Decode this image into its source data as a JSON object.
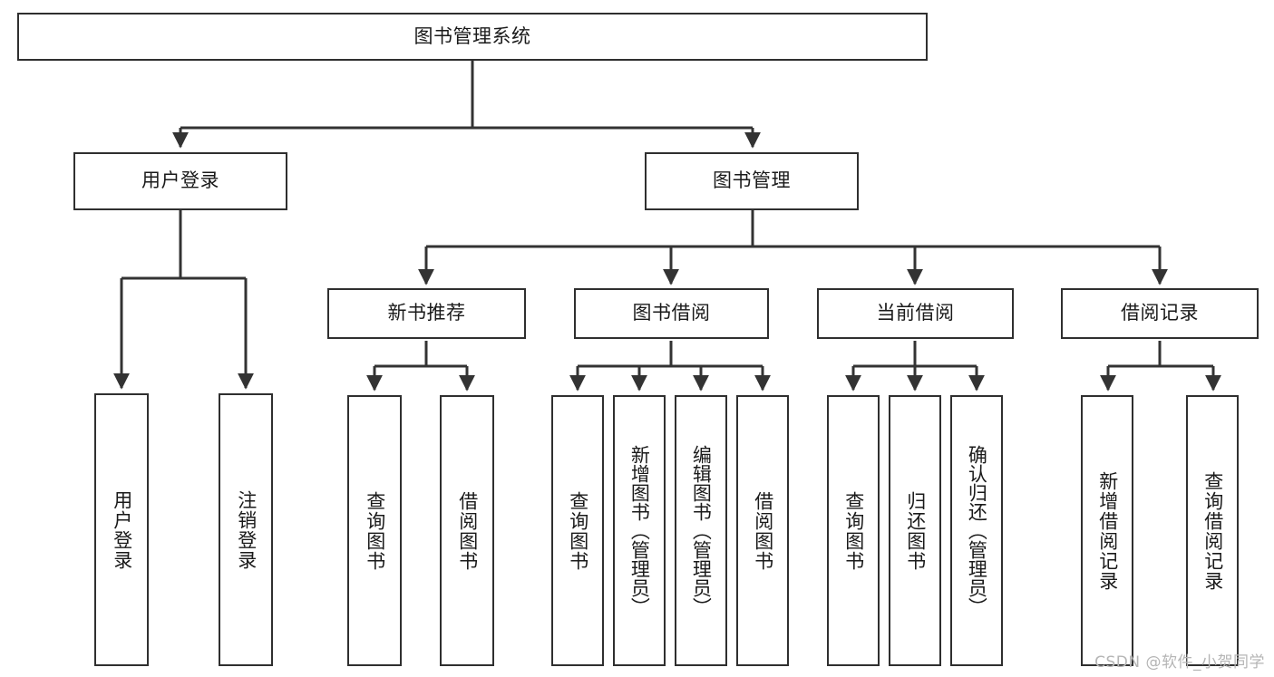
{
  "diagram": {
    "title": "图书管理系统",
    "type": "tree-hierarchy-diagram",
    "watermark": "CSDN @软件_小贺同学",
    "colors": {
      "box_border": "#2f2f2f",
      "box_fill": "#ffffff",
      "connector": "#333333",
      "text": "#1a1a1a",
      "watermark": "#b5b5b5",
      "background": "#ffffff"
    },
    "root": {
      "label": "图书管理系统"
    },
    "level2": [
      {
        "label": "用户登录"
      },
      {
        "label": "图书管理"
      }
    ],
    "level3": [
      {
        "label": "新书推荐"
      },
      {
        "label": "图书借阅"
      },
      {
        "label": "当前借阅"
      },
      {
        "label": "借阅记录"
      }
    ],
    "leaves": {
      "user_login": [
        {
          "label": "用户登录"
        },
        {
          "label": "注销登录"
        }
      ],
      "new_book_recommend": [
        {
          "label": "查询图书"
        },
        {
          "label": "借阅图书"
        }
      ],
      "book_borrow": [
        {
          "label": "查询图书"
        },
        {
          "label": "新增图书（管理员）"
        },
        {
          "label": "编辑图书（管理员）"
        },
        {
          "label": "借阅图书"
        }
      ],
      "current_borrow": [
        {
          "label": "查询图书"
        },
        {
          "label": "归还图书"
        },
        {
          "label": "确认归还（管理员）"
        }
      ],
      "borrow_record": [
        {
          "label": "新增借阅记录"
        },
        {
          "label": "查询借阅记录"
        }
      ]
    }
  }
}
